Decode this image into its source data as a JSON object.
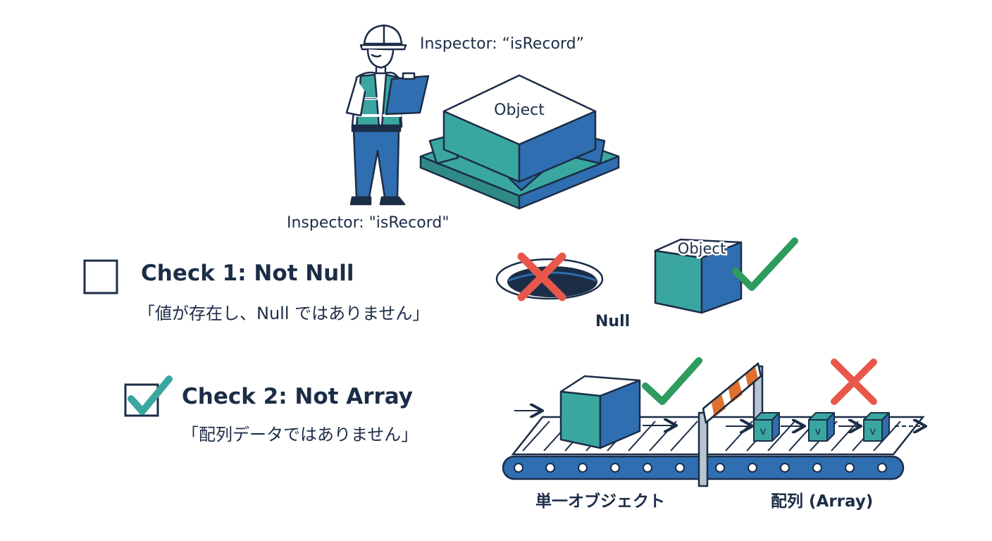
{
  "inspector": {
    "label_top": "Inspector: “isRecord”",
    "label_bottom": "Inspector: \"isRecord\""
  },
  "pallet_box": {
    "label": "Object"
  },
  "check1": {
    "title": "Check 1: Not Null",
    "subtitle": "「値が存在し、Null ではありません」",
    "checked": false
  },
  "null_demo": {
    "hole_label": "Null",
    "box_label": "Object"
  },
  "check2": {
    "title": "Check 2: Not Array",
    "subtitle": "「配列データではありません」",
    "checked": true
  },
  "conveyor": {
    "single_label": "単一オブジェクト",
    "array_label": "配列 (Array)",
    "array_item_letter": "v"
  },
  "colors": {
    "navy": "#1c2d47",
    "teal": "#3aa6a0",
    "blue": "#2f6eb0",
    "green": "#2e9b5f",
    "red": "#e8584a",
    "orange": "#e0702e"
  }
}
